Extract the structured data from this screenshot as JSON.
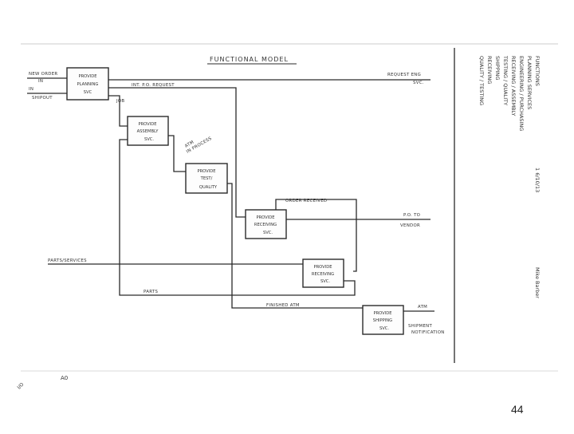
{
  "title": "FUNCTIONAL MODEL",
  "header_faint": "",
  "page_number": "44",
  "corner": {
    "a": "A0",
    "b": "I/O"
  },
  "boxes": [
    {
      "id": "b1",
      "lines": [
        "PROVIDE",
        "PLANNING",
        "SVC"
      ]
    },
    {
      "id": "b2",
      "lines": [
        "PROVIDE",
        "ASSEMBLY",
        "SVC."
      ]
    },
    {
      "id": "b3",
      "lines": [
        "PROVIDE",
        "TEST/",
        "QUALITY"
      ]
    },
    {
      "id": "b4",
      "lines": [
        "PROVIDE",
        "RECEIVING",
        "SVC."
      ]
    },
    {
      "id": "b5",
      "lines": [
        "PROVIDE",
        "RECEIVING",
        "SVC."
      ]
    },
    {
      "id": "b6",
      "lines": [
        "PROVIDE",
        "SHIPPING",
        "SVC."
      ]
    }
  ],
  "labels": {
    "in1": "NEW ORDER",
    "in1b": "IN",
    "in2": "IN",
    "in2b": "SHIPOUT",
    "po": "INT. P.O. REQUEST",
    "job": "JOB",
    "atm_in": "ATM",
    "atm_in2": "IN PROCESS",
    "request_eng": "REQUEST ENG",
    "request_eng2": "SVC.",
    "order_received": "ORDER RECEIVED",
    "po_to": "P.O. TO",
    "vendor": "VENDOR",
    "parts_services": "PARTS/SERVICES",
    "parts": "PARTS",
    "finished_atm": "FINISHED ATM",
    "atm_out": "ATM",
    "shipment": "SHIPMENT",
    "shipment2": "NOTIFICATION"
  },
  "side_notes": [
    "FUNCTIONS",
    "PLANNING SERVICES",
    "ENGINEERING / PURCHASING",
    "RECEIVING / ASSEMBLY",
    "TESTING / QUALITY",
    "SHIPPING",
    "RECEIVING",
    "QUALITY / TESTING"
  ],
  "right_notes": [
    "1 6/10/13",
    "Mike Barber"
  ]
}
